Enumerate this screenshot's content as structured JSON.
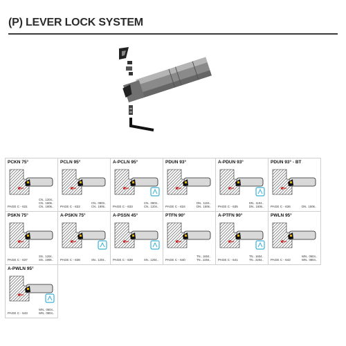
{
  "header": {
    "title": "(P) LEVER LOCK SYSTEM"
  },
  "cells": [
    {
      "title": "PCKN 75°",
      "page": "PAGE C - 631",
      "codes": [
        "CN.. 1204..",
        "CN.. 1606..",
        "CN.. 1906.."
      ],
      "has_badge": false
    },
    {
      "title": "PCLN 95°",
      "page": "PAGE C - 632",
      "codes": [
        "CN.. 0903..",
        "CN.. 1906.."
      ],
      "has_badge": false
    },
    {
      "title": "A-PCLN 95°",
      "page": "PAGE C - 633",
      "codes": [
        "CN.. 0903..",
        "CN.. 1204.."
      ],
      "has_badge": true
    },
    {
      "title": "PDUN 93°",
      "page": "PAGE C - 634",
      "codes": [
        "DN.. 1104..",
        "DN.. 1506.."
      ],
      "has_badge": false
    },
    {
      "title": "A-PDUN 93°",
      "page": "PAGE C - 635",
      "codes": [
        "DN.. 1104..",
        "DN.. 1506.."
      ],
      "has_badge": true
    },
    {
      "title": "PDUN 93° - BT",
      "page": "PAGE C - 636",
      "codes": [
        "DN.. 1506.."
      ],
      "has_badge": false
    },
    {
      "title": "PSKN 75°",
      "page": "PAGE C - 637",
      "codes": [
        "SN.. 1204..",
        "SN.. 1906.."
      ],
      "has_badge": false
    },
    {
      "title": "A-PSKN 75°",
      "page": "PAGE C - 638",
      "codes": [
        "SN.. 1204.."
      ],
      "has_badge": true
    },
    {
      "title": "A-PSSN 45°",
      "page": "PAGE C - 639",
      "codes": [
        "SN.. 1204.."
      ],
      "has_badge": true
    },
    {
      "title": "PTFN 90°",
      "page": "PAGE C - 640",
      "codes": [
        "TN.. 1604..",
        "TN.. 2204.."
      ],
      "has_badge": false
    },
    {
      "title": "A-PTFN 90°",
      "page": "PAGE C - 641",
      "codes": [
        "TN.. 1604..",
        "TN.. 2204.."
      ],
      "has_badge": true
    },
    {
      "title": "PWLN 95°",
      "page": "PAGE C - 642",
      "codes": [
        "WN.. 0604..",
        "WN.. 0804.."
      ],
      "has_badge": false
    },
    {
      "title": "A-PWLN 95°",
      "page": "PAGE C - 643",
      "codes": [
        "WN.. 0604..",
        "WN.. 0804.."
      ],
      "has_badge": true
    }
  ],
  "colors": {
    "accent": "#3ab0d8",
    "tool": "#777777",
    "insert": "#111111"
  }
}
